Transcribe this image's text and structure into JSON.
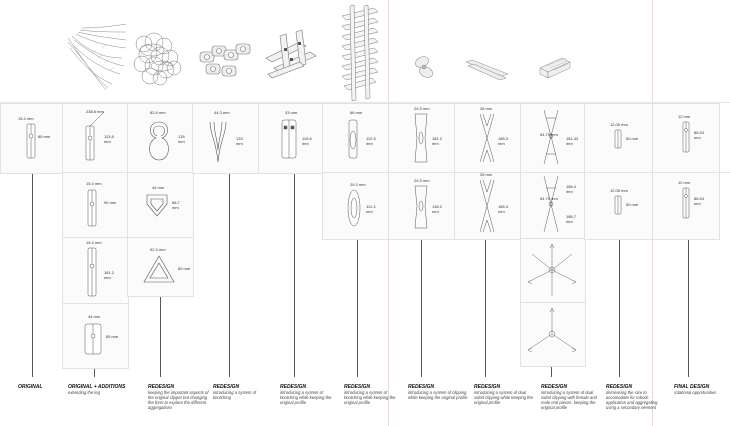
{
  "captions": [
    {
      "title": "ORIGINAL",
      "desc": ""
    },
    {
      "title": "ORIGINAL + ADDITIONS",
      "desc": "extending the leg"
    },
    {
      "title": "REDESIGN",
      "desc": "keeping the important aspects of the original clipper but changing the form to explore the different aggregations"
    },
    {
      "title": "REDESIGN",
      "desc": "introducing a system of knotching"
    },
    {
      "title": "REDESIGN",
      "desc": "introducing a system of knotching while keeping the original profile"
    },
    {
      "title": "REDESIGN",
      "desc": "introducing a system of knotching while keeping the original profile"
    },
    {
      "title": "REDESIGN",
      "desc": "introducing a system of clipping while keeping the original profile"
    },
    {
      "title": "REDESIGN",
      "desc": "introducing a system of dual sided clipping while keeping the original profile"
    },
    {
      "title": "REDESIGN",
      "desc": "introducing a system of dual sided clipping with female and male end pieces. keeping the original profile"
    },
    {
      "title": "REDESIGN",
      "desc": "decreasing the size to accomodate for robotic application and aggregating using a secondary element"
    },
    {
      "title": "FINAL DESIGN",
      "desc": "rotational opportunities"
    }
  ],
  "dims": {
    "c0_w": "15.4 mm",
    "c0_h": "85 mm",
    "c1a_w": "238.6 mm",
    "c1a_h": "113.8 mm",
    "c1b_w": "15.4 mm",
    "c1b_h": "90 mm",
    "c1c_w": "15.4 mm",
    "c1c_h": "181.2 mm",
    "c1d_w": "44 mm",
    "c1d_h": "85 mm",
    "c2a_w": "82.6 mm",
    "c2a_h": "135 mm",
    "c2b_w": "44 mm",
    "c2b_h": "68.7 mm",
    "c2c_w": "92.3 mm",
    "c2c_h": "80 mm",
    "c3_w": "44.3 mm",
    "c3_h": "133 mm",
    "c4_w": "33 mm",
    "c4_h": "119.6 mm",
    "c5a_w": "66 mm",
    "c5a_h": "112.5 mm",
    "c5b_w": "29.3 mm",
    "c5b_h": "111.3 mm",
    "c6a_w": "29.3 mm",
    "c6a_h": "181.2 mm",
    "c6b_w": "29.3 mm",
    "c6b_h": "146.2 mm",
    "c7a_w": "28 mm",
    "c7a_h": "186.3 mm",
    "c7b_w": "28 mm",
    "c7b_h": "186.3 mm",
    "c8a_w": "54.79 mm",
    "c8a_h": "181.43 mm",
    "c8b_w": "54.79 mm",
    "c8b_h1": "186.4 mm",
    "c8b_h2": "186.7 mm",
    "c9a_w": "12.05 mm",
    "c9a_h": "50 mm",
    "c9b_w": "12.05 mm",
    "c9b_h": "50 mm",
    "c10a_w": "12 mm",
    "c10a_h": "86.63 mm",
    "c10b_w": "12 mm",
    "c10b_h": "86.63 mm"
  }
}
